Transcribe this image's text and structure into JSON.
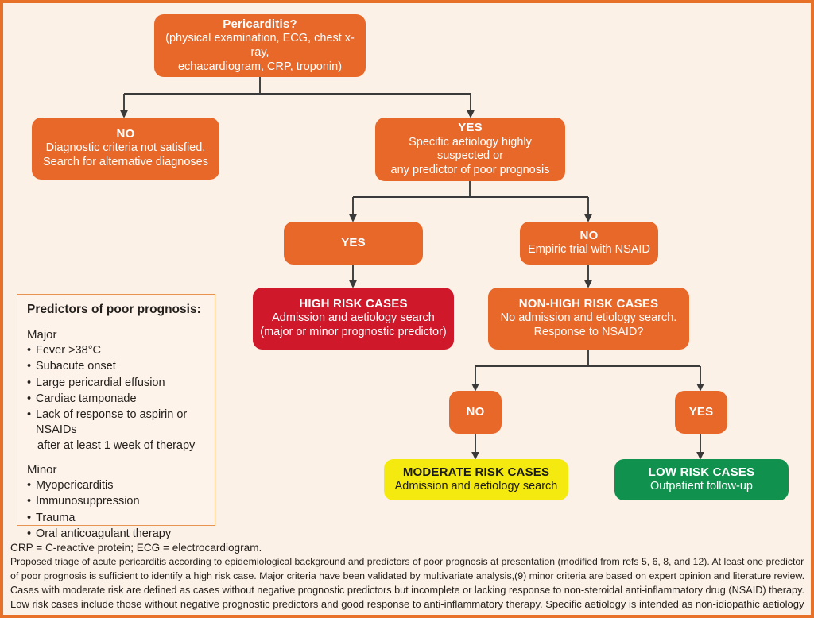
{
  "figure": {
    "theme": {
      "background": "#fcf1e7",
      "border": "#e8712a",
      "orange": "#e8682a",
      "red": "#d0182b",
      "yellow": "#f5ea10",
      "green": "#11914e",
      "connector": "#3a3a3a",
      "text_dark": "#231f1c",
      "text_light": "#ffffff"
    },
    "nodes": {
      "pericarditis": {
        "title": "Pericarditis?",
        "line1": "(physical examination, ECG, chest x-ray,",
        "line2": "echacardiogram, CRP, troponin)"
      },
      "no_diagnostic": {
        "title": "NO",
        "line1": "Diagnostic criteria not satisfied.",
        "line2": "Search for alternative diagnoses"
      },
      "yes_specific": {
        "title": "YES",
        "line1": "Specific aetiology highly suspected or",
        "line2": "any predictor of poor prognosis"
      },
      "yes_plain": {
        "title": "YES"
      },
      "no_empiric": {
        "title": "NO",
        "line1": "Empiric trial with NSAID"
      },
      "high_risk": {
        "title": "HIGH RISK CASES",
        "line1": "Admission and aetiology search",
        "line2": "(major or minor prognostic predictor)"
      },
      "non_high_risk": {
        "title": "NON-HIGH RISK CASES",
        "line1": "No admission and etiology search.",
        "line2": "Response to NSAID?"
      },
      "no_response": {
        "title": "NO"
      },
      "yes_response": {
        "title": "YES"
      },
      "moderate_risk": {
        "title": "MODERATE RISK CASES",
        "line1": "Admission and aetiology search"
      },
      "low_risk": {
        "title": "LOW RISK CASES",
        "line1": "Outpatient follow-up"
      }
    },
    "predictors": {
      "header": "Predictors of poor prognosis:",
      "major_label": "Major",
      "major_items": [
        "Fever >38°C",
        "Subacute onset",
        "Large pericardial effusion",
        "Cardiac tamponade",
        "Lack of response to aspirin or NSAIDs"
      ],
      "major_item5_cont": "after at least 1 week of therapy",
      "minor_label": "Minor",
      "minor_items": [
        "Myopericarditis",
        "Immunosuppression",
        "Trauma",
        "Oral anticoagulant therapy"
      ]
    },
    "caption": {
      "line1": "CRP = C-reactive protein; ECG = electrocardiogram.",
      "line2": "Proposed triage of acute pericarditis according to epidemiological background and predictors of poor prognosis at presentation (modified from refs 5, 6, 8, and 12). At least one predictor",
      "line3": "of poor prognosis is sufficient to identify a high risk case. Major criteria have been validated by multivariate analysis,(9) minor criteria are based on expert opinion and literature review.",
      "line4": "Cases with moderate risk are defined as cases without negative prognostic predictors but incomplete or lacking response to non-steroidal anti-inflammatory drug (NSAID) therapy.",
      "line5": "Low risk cases include those without negative prognostic predictors and good response to anti-inflammatory therapy. Specific aetiology is intended as non-idiopathic aetiology"
    }
  }
}
